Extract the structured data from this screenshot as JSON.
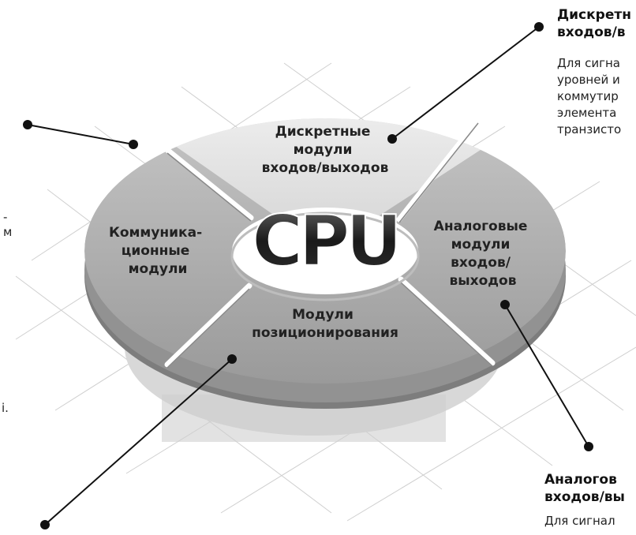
{
  "diagram": {
    "center_label": "CPU",
    "segments": [
      {
        "id": "discrete",
        "lines": [
          "Дискретные",
          "модули",
          "входов/выходов"
        ]
      },
      {
        "id": "analog",
        "lines": [
          "Аналоговые",
          "модули",
          "входов/",
          "выходов"
        ]
      },
      {
        "id": "positioning",
        "lines": [
          "Модули",
          "позиционирования"
        ]
      },
      {
        "id": "communication",
        "lines": [
          "Коммуника-",
          "ционные",
          "модули"
        ]
      }
    ]
  },
  "callouts": {
    "top_right": {
      "title": "Дискретн\nвходов/в",
      "body": "Для сигна\nуровней и\nкоммутир\nэлемента\nтранзисто"
    },
    "bottom_right": {
      "title": "Аналогов\nвходов/вы",
      "body": "Для сигнал"
    },
    "left_fragments": {
      "dash": "-",
      "m": "м",
      "i": "i."
    }
  },
  "colors": {
    "segment_fill": "#a8a8a8",
    "segment_top_fill": "#e4e4e4",
    "ring_side": "#7d7d7d",
    "shadow": "#d6d6d6",
    "grid_line": "#cfcfcf",
    "leader": "#111111"
  }
}
